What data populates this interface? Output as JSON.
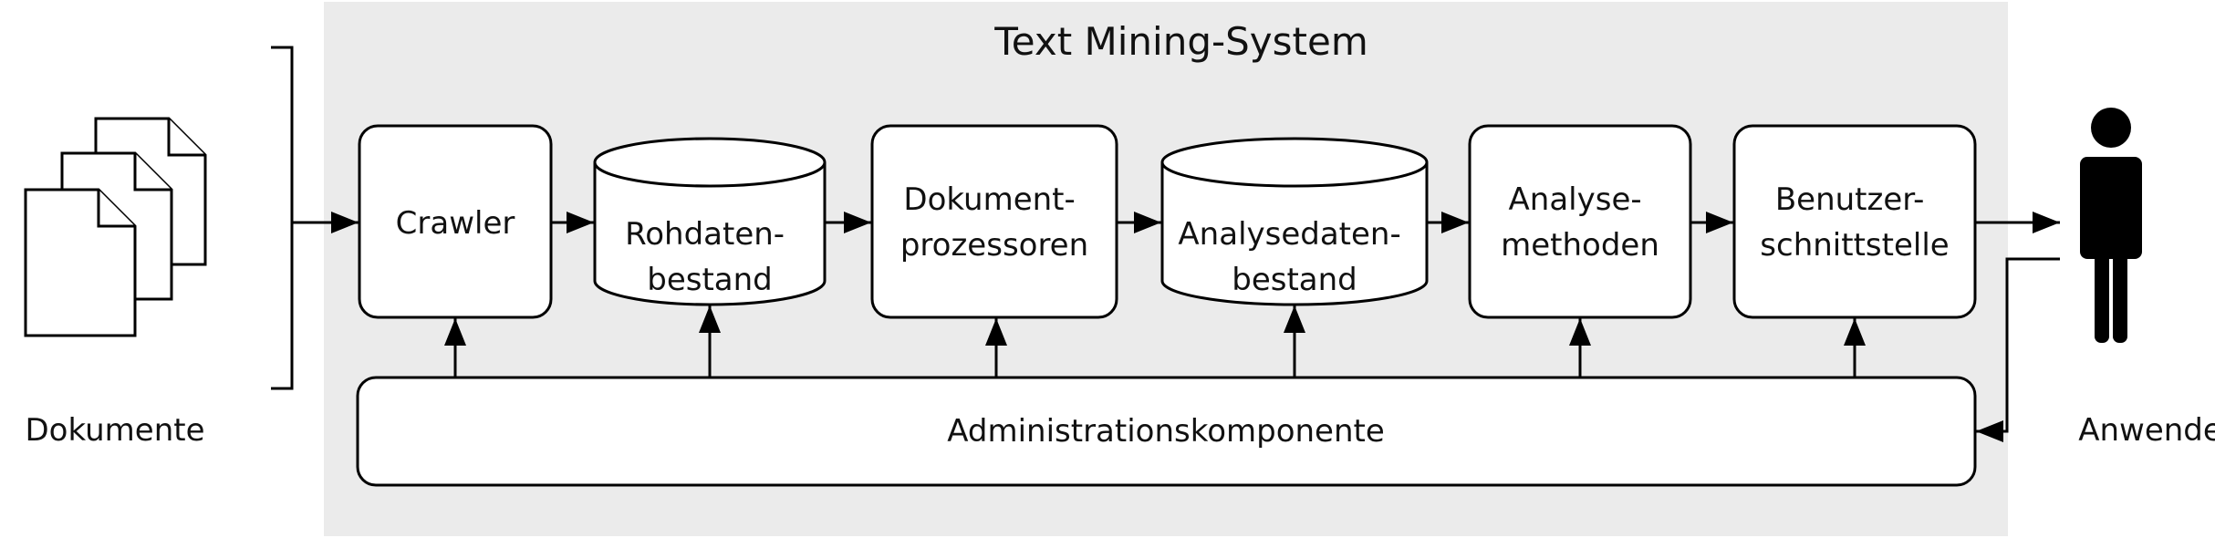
{
  "system": {
    "title": "Text Mining-System"
  },
  "documents": {
    "label": "Dokumente"
  },
  "user": {
    "label": "Anwender"
  },
  "components": {
    "crawler": [
      "Crawler"
    ],
    "rohdaten": [
      "Rohdaten-",
      "bestand"
    ],
    "dokumentprozessoren": [
      "Dokument-",
      "prozessoren"
    ],
    "analysedaten": [
      "Analysedaten-",
      "bestand"
    ],
    "analysemethoden": [
      "Analyse-",
      "methoden"
    ],
    "benutzerschnittstelle": [
      "Benutzer-",
      "schnittstelle"
    ],
    "administration": [
      "Administrationskomponente"
    ]
  },
  "colors": {
    "system_background": "#ebebeb",
    "stroke": "#000000",
    "box_fill": "#ffffff"
  },
  "icons": {
    "documents": "document-stack-icon",
    "user": "person-icon"
  }
}
